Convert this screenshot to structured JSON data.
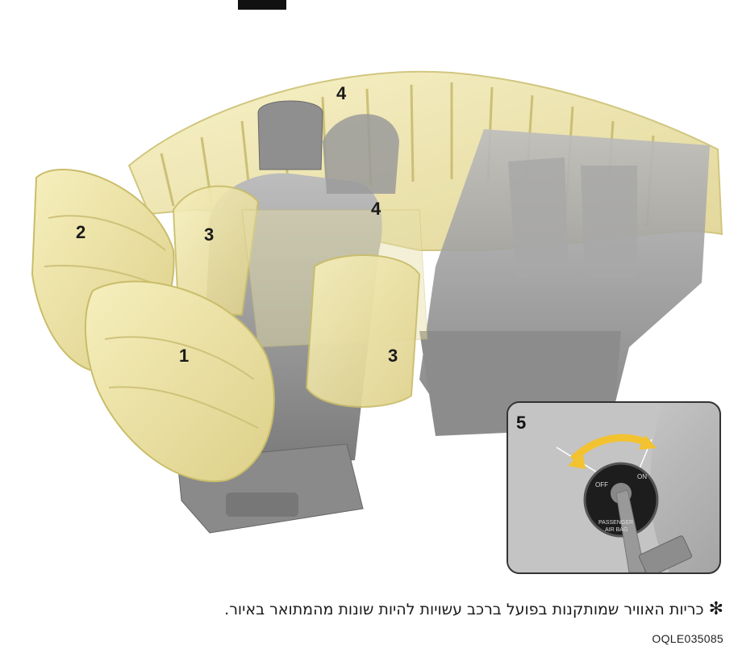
{
  "figure": {
    "callouts": {
      "c1": "1",
      "c2": "2",
      "c3a": "3",
      "c3b": "3",
      "c4a": "4",
      "c4b": "4",
      "c5": "5"
    },
    "switch_labels": {
      "off": "OFF",
      "on": "ON",
      "name_line1": "PASSENGER",
      "name_line2": "AIR BAG"
    },
    "colors": {
      "airbag": "#ece3a0",
      "airbag_edge": "#c9bd6a",
      "seat": "#9a9a9a",
      "seat_dark": "#6f6f6f",
      "arrow": "#f2c230"
    }
  },
  "caption": {
    "star": "✻",
    "text": "כריות האוויר שמותקנות בפועל ברכב עשויות להיות שונות מהמתואר באיור."
  },
  "code": "OQLE035085"
}
